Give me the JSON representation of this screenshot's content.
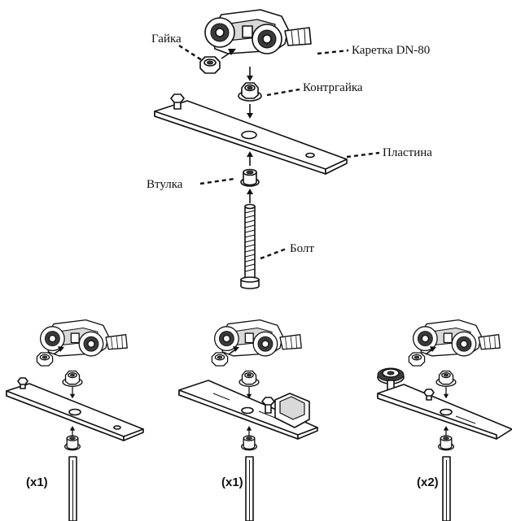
{
  "labels": {
    "nut": "Гайка",
    "carriage": "Каретка DN-80",
    "locknut": "Контргайка",
    "plate": "Пластина",
    "bushing": "Втулка",
    "bolt": "Болт"
  },
  "variants": [
    {
      "quantity": "(x1)"
    },
    {
      "quantity": "(x1)"
    },
    {
      "quantity": "(x2)"
    }
  ],
  "colors": {
    "line": "#111111",
    "fill": "#ffffff",
    "shade": "#d9d9d9"
  }
}
